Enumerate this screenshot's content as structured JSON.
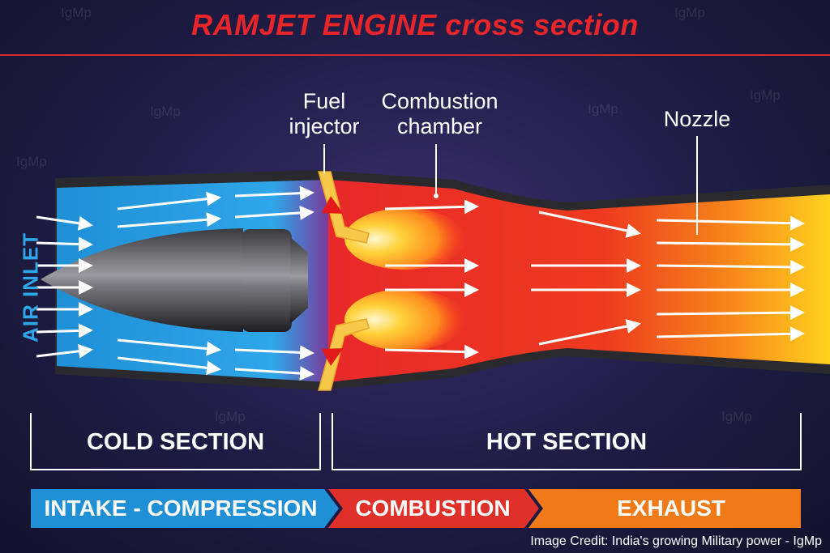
{
  "title": "RAMJET ENGINE cross section",
  "labels": {
    "fuel_injector": [
      "Fuel",
      "injector"
    ],
    "combustion_chamber": [
      "Combustion",
      "chamber"
    ],
    "nozzle": "Nozzle",
    "air_inlet": "AIR INLET"
  },
  "sections": {
    "cold": "COLD SECTION",
    "hot": "HOT SECTION"
  },
  "stages": [
    {
      "label": "INTAKE - COMPRESSION",
      "color": "#1f8fd6"
    },
    {
      "label": "COMBUSTION",
      "color": "#e0302a"
    },
    {
      "label": "EXHAUST",
      "color": "#f07a18"
    }
  ],
  "watermark": "IgMp",
  "credit": "Image Credit: India's growing Military power - IgMp",
  "colors": {
    "title": "#e8262a",
    "cold": "#2a9be0",
    "hot": "#e8262a",
    "exhaust": "#ffd21e"
  }
}
